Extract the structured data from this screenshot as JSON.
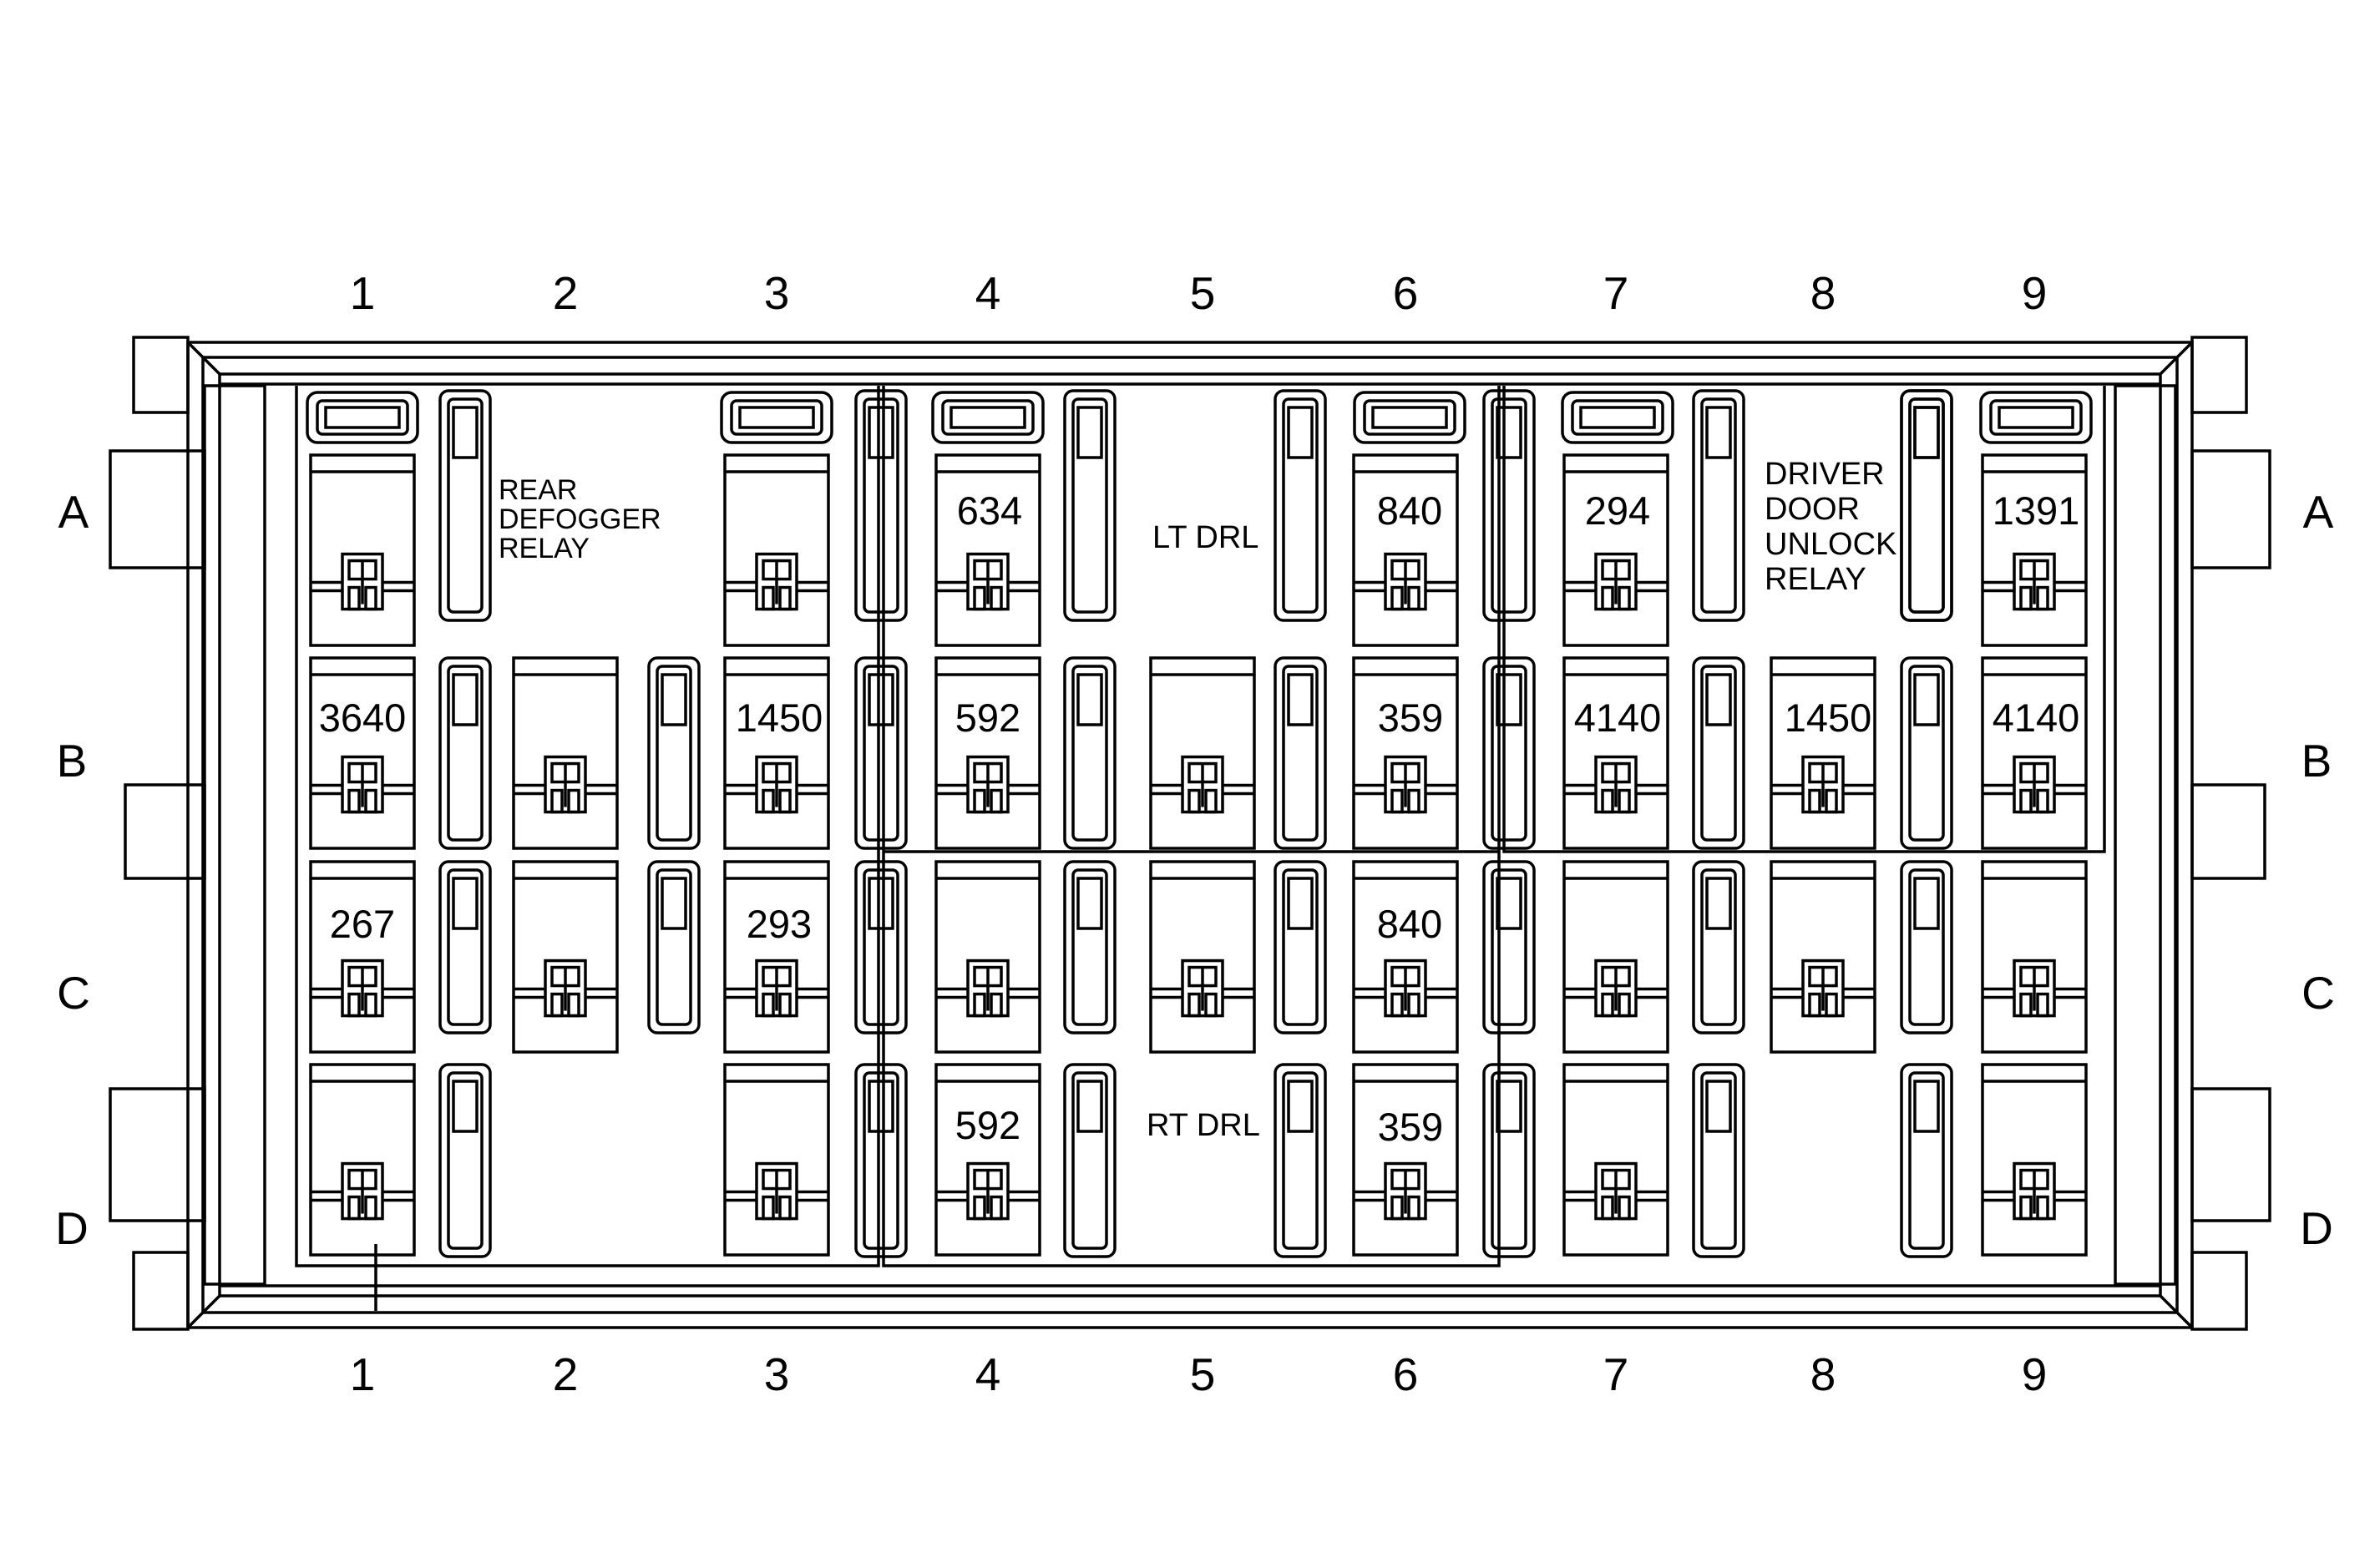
{
  "columns": [
    "1",
    "2",
    "3",
    "4",
    "5",
    "6",
    "7",
    "8",
    "9"
  ],
  "rows": [
    "A",
    "B",
    "C",
    "D"
  ],
  "stations": [
    {
      "id": "A1",
      "label": "",
      "relay": true
    },
    {
      "id": "A3",
      "label": "",
      "relay": true
    },
    {
      "id": "A4",
      "label": "634",
      "relay": true
    },
    {
      "id": "A6",
      "label": "840",
      "relay": true
    },
    {
      "id": "A7",
      "label": "294",
      "relay": true
    },
    {
      "id": "A9",
      "label": "1391",
      "relay": true
    },
    {
      "id": "B1",
      "label": "3640",
      "relay": true
    },
    {
      "id": "B2",
      "label": "",
      "relay": true
    },
    {
      "id": "B3",
      "label": "1450",
      "relay": true
    },
    {
      "id": "B4",
      "label": "592",
      "relay": true
    },
    {
      "id": "B5",
      "label": "",
      "relay": true
    },
    {
      "id": "B6",
      "label": "359",
      "relay": true
    },
    {
      "id": "B7",
      "label": "4140",
      "relay": true
    },
    {
      "id": "B8",
      "label": "1450",
      "relay": true
    },
    {
      "id": "B9",
      "label": "4140",
      "relay": true
    },
    {
      "id": "C1",
      "label": "267",
      "relay": true
    },
    {
      "id": "C2",
      "label": "",
      "relay": true
    },
    {
      "id": "C3",
      "label": "293",
      "relay": true
    },
    {
      "id": "C4",
      "label": "",
      "relay": true
    },
    {
      "id": "C5",
      "label": "",
      "relay": true
    },
    {
      "id": "C6",
      "label": "840",
      "relay": true
    },
    {
      "id": "C7",
      "label": "",
      "relay": true
    },
    {
      "id": "C8",
      "label": "",
      "relay": true
    },
    {
      "id": "C9",
      "label": "",
      "relay": true
    },
    {
      "id": "D1",
      "label": "",
      "relay": true
    },
    {
      "id": "D3",
      "label": "",
      "relay": true
    },
    {
      "id": "D4",
      "label": "592",
      "relay": true
    },
    {
      "id": "D6",
      "label": "359",
      "relay": true
    },
    {
      "id": "D7",
      "label": "",
      "relay": true
    },
    {
      "id": "D9",
      "label": "",
      "relay": true
    }
  ],
  "relay_labels": {
    "rear_defogger": [
      "REAR",
      "DEFOGGER",
      "RELAY"
    ],
    "lt_drl": "LT DRL",
    "driver_door_unlock": [
      "DRIVER",
      "DOOR",
      "UNLOCK",
      "RELAY"
    ],
    "rt_drl": "RT DRL"
  }
}
